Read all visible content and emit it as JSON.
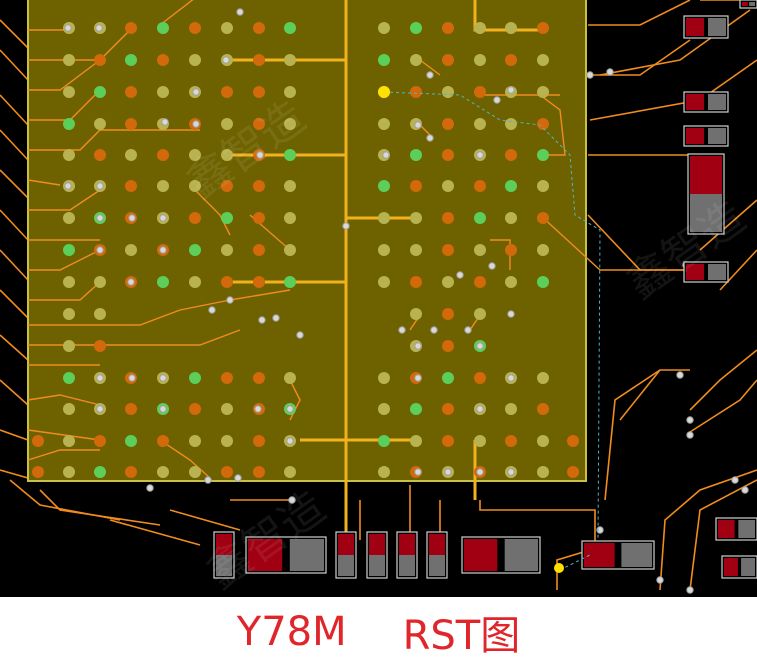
{
  "caption": {
    "model": "Y78M",
    "label": "RST图"
  },
  "colors": {
    "background": "#000000",
    "chip_fill": "#6e6200",
    "chip_border": "#c8c04a",
    "trace": "#f08c1e",
    "trace_highlight": "#f2b21e",
    "pad_orange": "#d2690a",
    "pad_olive": "#b9b250",
    "pad_green": "#5ccf5a",
    "via_ring": "#a0a0a0",
    "part_red": "#a00012",
    "part_gray": "#707070",
    "highlight_dot": "#ffe000",
    "ratsnest": "#4fb5c0",
    "caption_text": "#e0262b"
  },
  "watermark_glyphs": [
    "鑫",
    "智",
    "造"
  ]
}
